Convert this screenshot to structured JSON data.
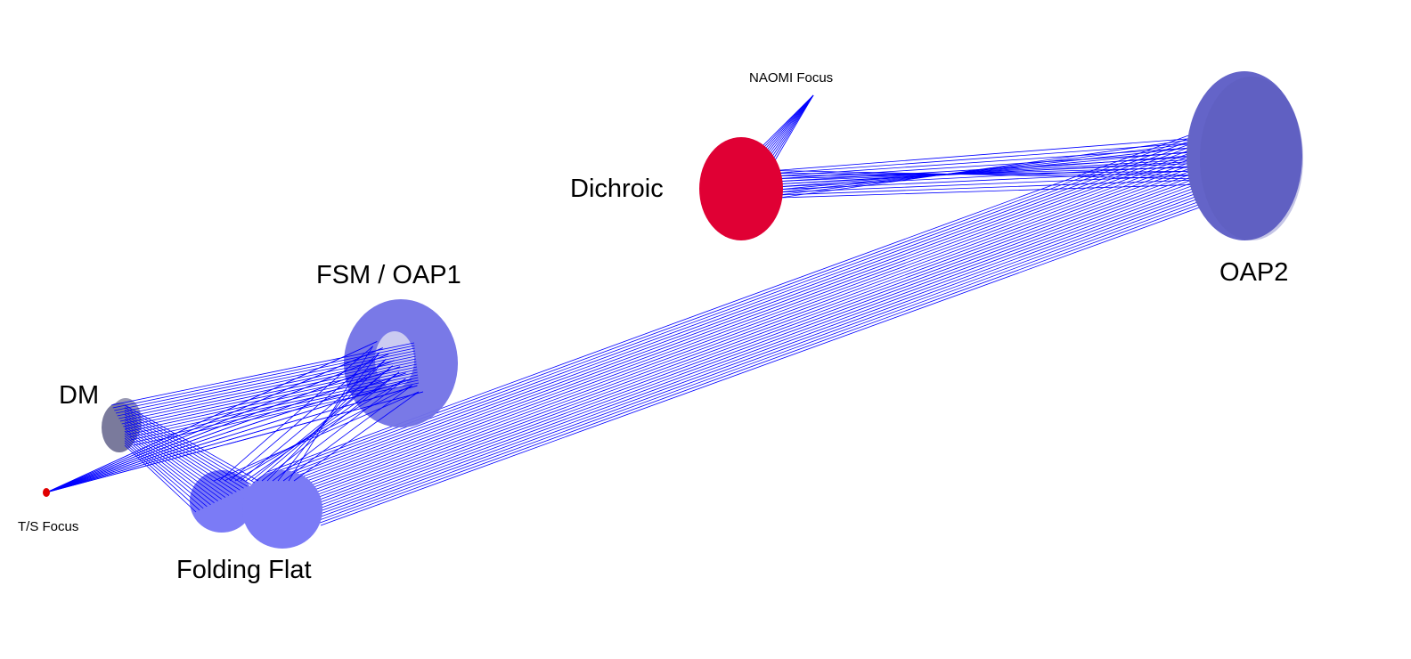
{
  "labels": {
    "naomi_focus": "NAOMI Focus",
    "dichroic": "Dichroic",
    "fsm_oap1": "FSM / OAP1",
    "oap2": "OAP2",
    "dm": "DM",
    "ts_focus": "T/S Focus",
    "folding_flat": "Folding Flat"
  },
  "colors": {
    "ray": "#0000ff",
    "dichroic": "#e00034",
    "oap2": "#6464c8",
    "oap1": "#7272e6",
    "oap1_inner": "#d4d4f2",
    "folding_flat": "#7b7bf6",
    "dm": "#7a7a9c",
    "focus": "#e00000"
  }
}
